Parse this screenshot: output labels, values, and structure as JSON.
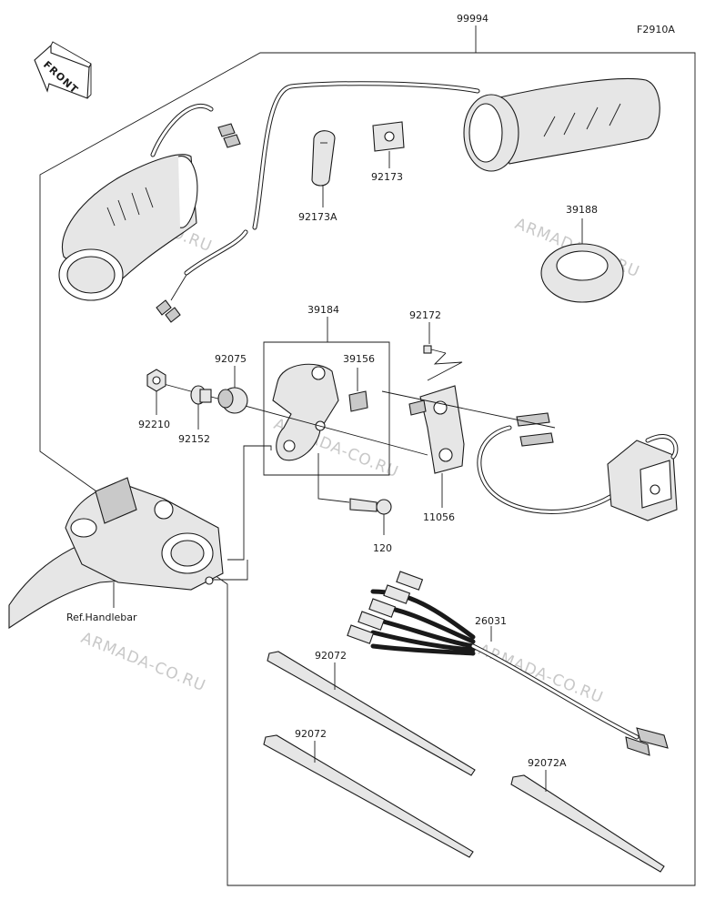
{
  "figure_code": "F2910A",
  "front_label": "FRONT",
  "watermark": "ARMADA-CO.RU",
  "parts": {
    "p99994": "99994",
    "p92173": "92173",
    "p92173A": "92173A",
    "p39188": "39188",
    "p39184": "39184",
    "p92172": "92172",
    "p39156": "39156",
    "p92075": "92075",
    "p92210": "92210",
    "p92152": "92152",
    "p11056": "11056",
    "p120": "120",
    "ref_handlebar": "Ref.Handlebar",
    "p26031": "26031",
    "p92072_a": "92072",
    "p92072_b": "92072",
    "p92072A": "92072A"
  }
}
